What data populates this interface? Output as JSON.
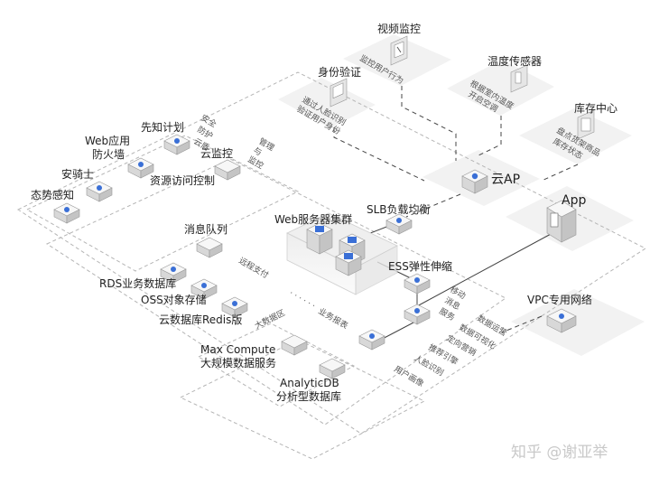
{
  "diagram": {
    "top_nodes": {
      "video_monitor": {
        "label": "视频监控",
        "note": "监控用户行为"
      },
      "id_verify": {
        "label": "身份验证",
        "note": [
          "通过人脸识别",
          "验证用户身份"
        ]
      },
      "temp_sensor": {
        "label": "温度传感器",
        "note": [
          "根据室内温度",
          "开启空调"
        ]
      },
      "inventory_center": {
        "label": "库存中心",
        "note": [
          "盘点货架商品",
          "库存状态"
        ]
      }
    },
    "cloud_ap": {
      "label": "云AP"
    },
    "app": {
      "label": "App"
    },
    "vpc": {
      "label": "VPC专用网络"
    },
    "security": [
      {
        "label": "态势感知"
      },
      {
        "label": "安骑士"
      },
      {
        "label": [
          "Web应用",
          "防火墙"
        ]
      },
      {
        "label": "先知计划"
      },
      {
        "label": [
          "安全",
          "防护",
          "云盾"
        ]
      }
    ],
    "management": {
      "cloud_monitor": {
        "label": "云监控"
      },
      "resource_access": {
        "label": "资源访问控制"
      },
      "mgmt_note": [
        "管理",
        "与",
        "监控"
      ]
    },
    "services": {
      "message_queue": {
        "label": "消息队列"
      },
      "rds": {
        "label": "RDS业务数据库"
      },
      "oss": {
        "label": "OSS对象存储"
      },
      "redis": {
        "label": "云数据库Redis版"
      },
      "big_data_area": {
        "label": "大数据区"
      },
      "maxcompute": {
        "label": [
          "Max Compute",
          "大规模数据服务"
        ]
      },
      "analyticdb": {
        "label": [
          "AnalyticDB",
          "分析型数据库"
        ]
      }
    },
    "web_cluster": {
      "label": "Web服务器集群"
    },
    "slb": {
      "label": "SLB负载均衡"
    },
    "ess": {
      "label": "ESS弹性伸缩"
    },
    "center_notes": {
      "dots": "· · · · · ·",
      "payment": "远程支付",
      "report": "业务报表"
    },
    "mobile_services": [
      "移动",
      "消息",
      "服务"
    ],
    "data_features": [
      "数据运营",
      "数据可视化",
      "定向营销",
      "推荐引擎",
      "人脸识别",
      "用户画像"
    ]
  },
  "watermark": {
    "text": "知乎 @谢亚举"
  },
  "colors": {
    "plate": "#f2f2f2",
    "plate_edge": "#e3e3e3",
    "dash": "#b5b5b5",
    "line": "#444444",
    "icon_blue": "#3a6fd6",
    "cube_top": "#f7f7f7",
    "cube_left": "#d8d8d8",
    "cube_right": "#c4c4c4"
  }
}
